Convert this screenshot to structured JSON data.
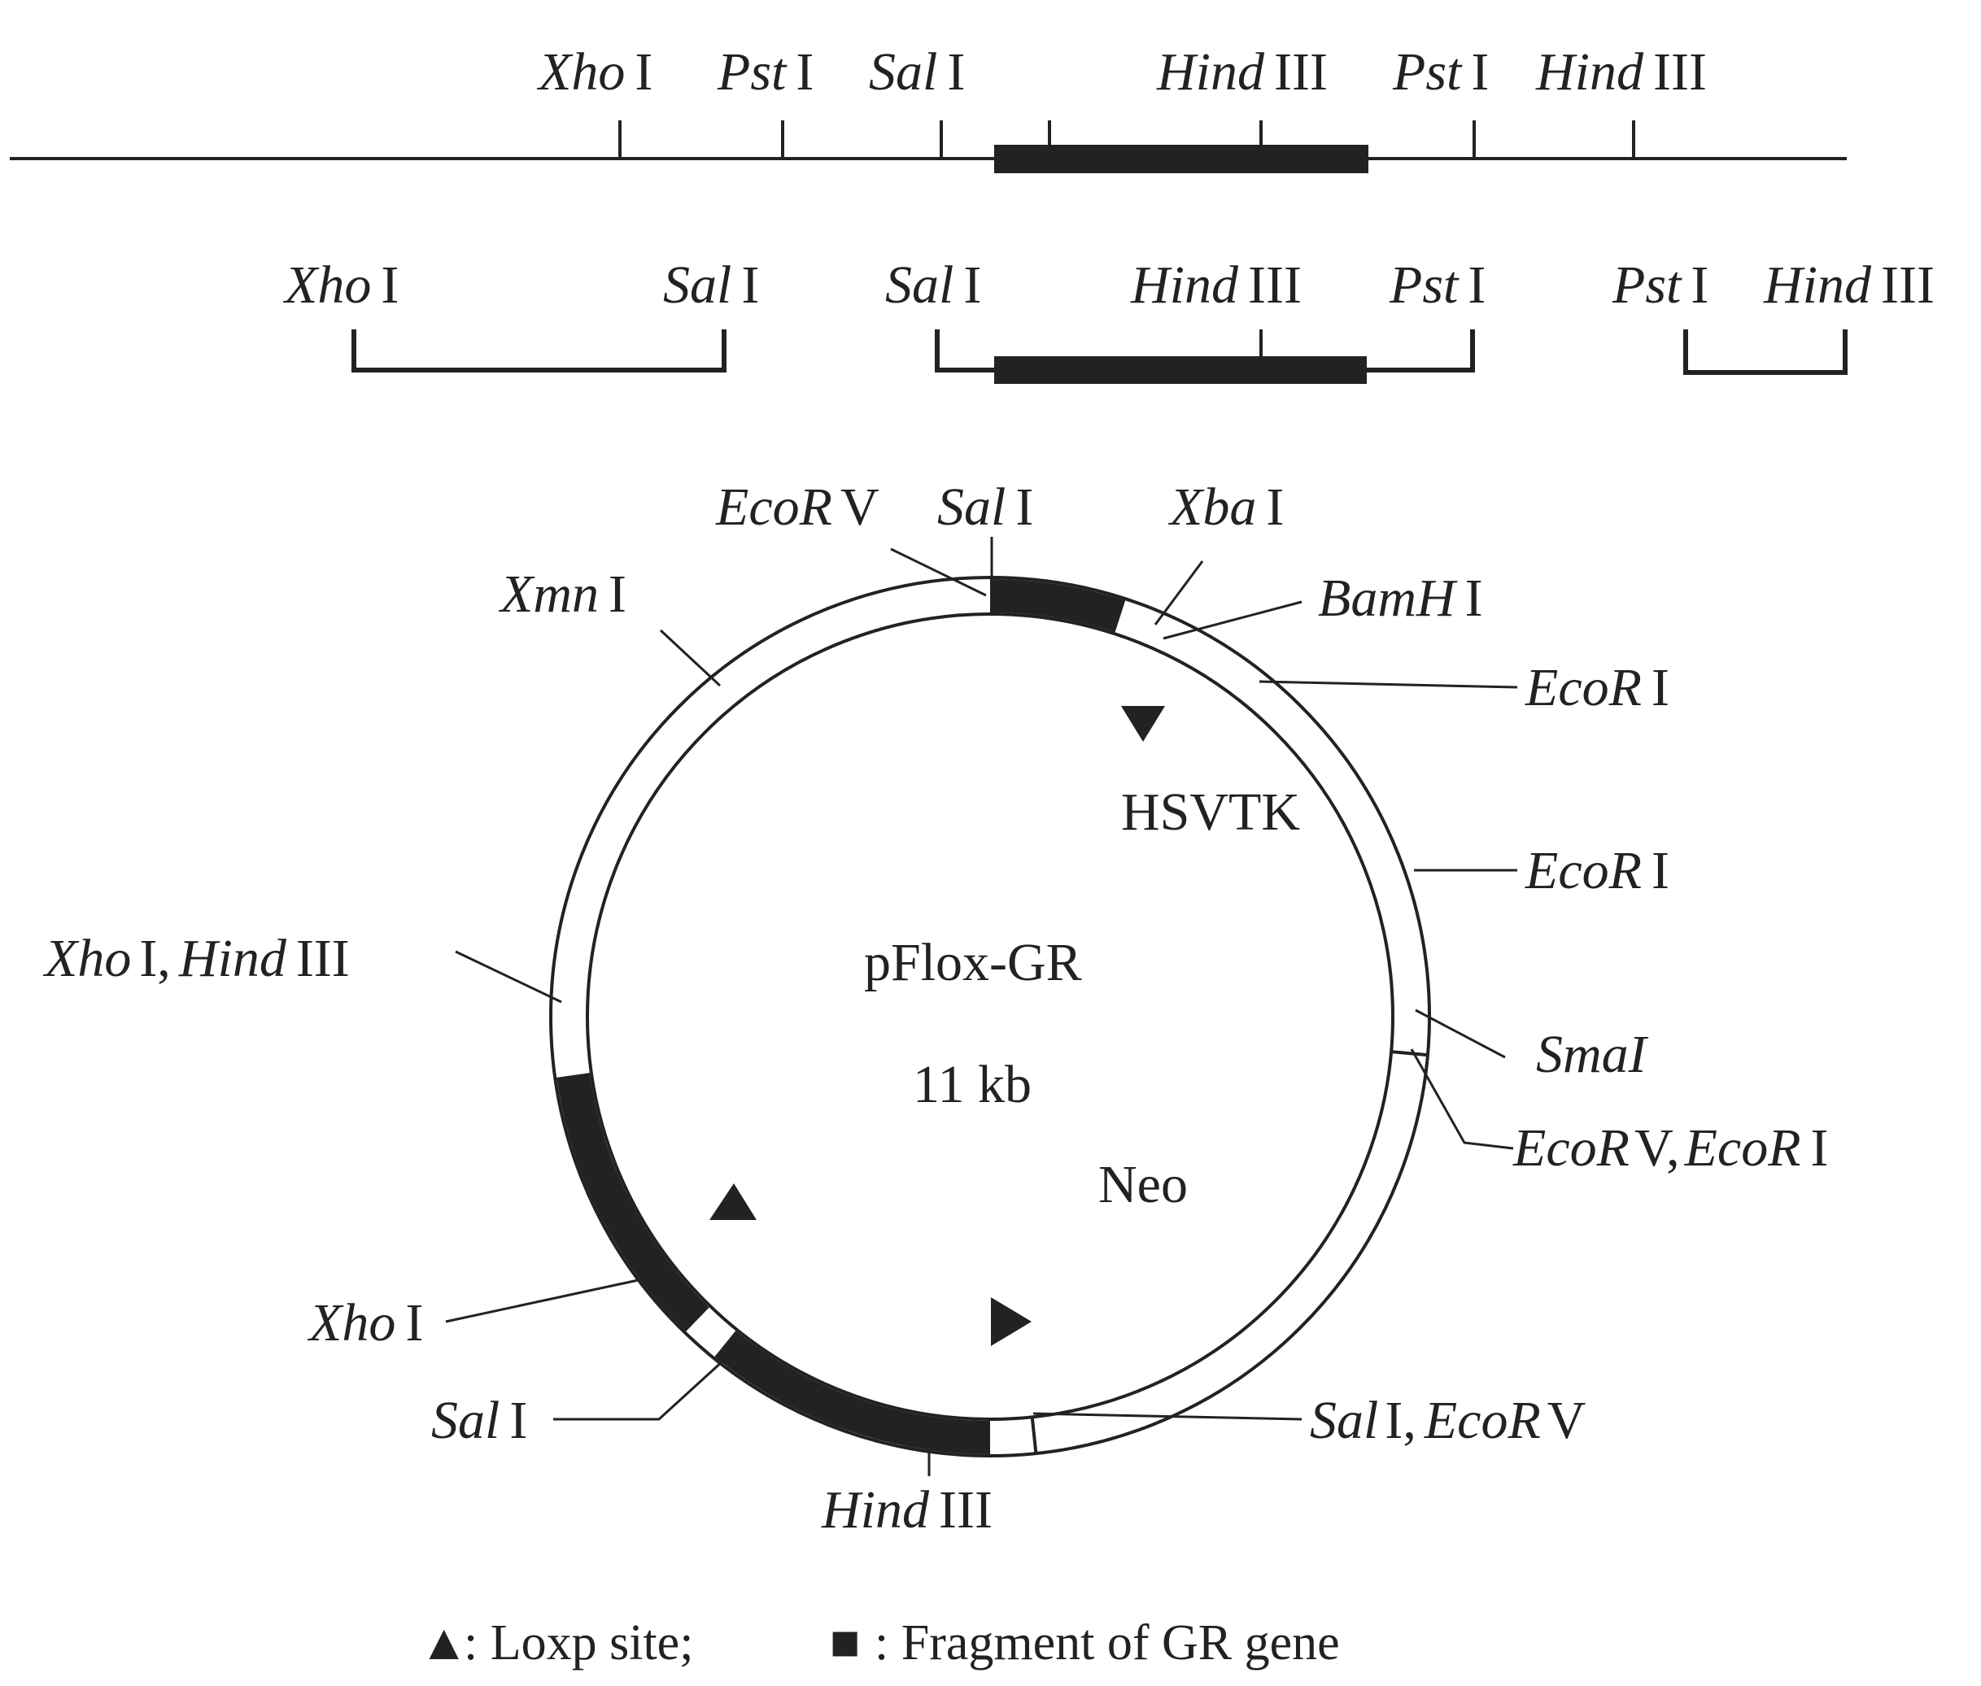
{
  "colors": {
    "ink": "#222222",
    "background": "#ffffff"
  },
  "genomic_map": {
    "sites": [
      {
        "name": "Xho",
        "suffix": "I"
      },
      {
        "name": "Pst",
        "suffix": "I"
      },
      {
        "name": "Sal",
        "suffix": "I"
      },
      {
        "name": "Hind",
        "suffix": "III"
      },
      {
        "name": "Pst",
        "suffix": "I"
      },
      {
        "name": "Hind",
        "suffix": "III"
      }
    ]
  },
  "fragments": {
    "left": {
      "start": {
        "name": "Xho",
        "suffix": "I"
      },
      "end": {
        "name": "Sal",
        "suffix": "I"
      }
    },
    "middle": {
      "start": {
        "name": "Sal",
        "suffix": "I"
      },
      "mid": {
        "name": "Hind",
        "suffix": "III"
      },
      "end": {
        "name": "Pst",
        "suffix": "I"
      }
    },
    "right": {
      "start": {
        "name": "Pst",
        "suffix": "I"
      },
      "end": {
        "name": "Hind",
        "suffix": "III"
      }
    }
  },
  "plasmid": {
    "name": "pFlox-GR",
    "size": "11 kb",
    "gene_labels": {
      "hsvtk": "HSVTK",
      "neo": "Neo"
    },
    "sites": {
      "ecorv_top": {
        "name": "EcoR",
        "suffix": "V"
      },
      "sal_top": {
        "name": "Sal",
        "suffix": "I"
      },
      "xba": {
        "name": "Xba",
        "suffix": "I"
      },
      "bamh": {
        "name": "BamH",
        "suffix": "I"
      },
      "ecor1": {
        "name": "EcoR",
        "suffix": "I"
      },
      "ecor2": {
        "name": "EcoR",
        "suffix": "I"
      },
      "sma": {
        "name": "SmaI"
      },
      "ecorv_ecor": {
        "a": "EcoR",
        "a_suffix": "V,",
        "b": "EcoR",
        "b_suffix": "I"
      },
      "sal_ecorv": {
        "a": "Sal",
        "a_suffix": "I,",
        "b": "EcoR",
        "b_suffix": "V"
      },
      "hind_bottom": {
        "name": "Hind",
        "suffix": "III"
      },
      "sal_left": {
        "name": "Sal",
        "suffix": "I"
      },
      "xho_left": {
        "name": "Xho",
        "suffix": "I"
      },
      "xho_hind": {
        "a": "Xho",
        "a_suffix": "I,",
        "b": "Hind",
        "b_suffix": "III"
      },
      "xmn": {
        "name": "Xmn",
        "suffix": "I"
      }
    }
  },
  "legend": {
    "loxp_symbol": "▲",
    "loxp_text": ": Loxp site;",
    "gr_symbol": "■",
    "gr_text": ": Fragment of GR gene"
  }
}
